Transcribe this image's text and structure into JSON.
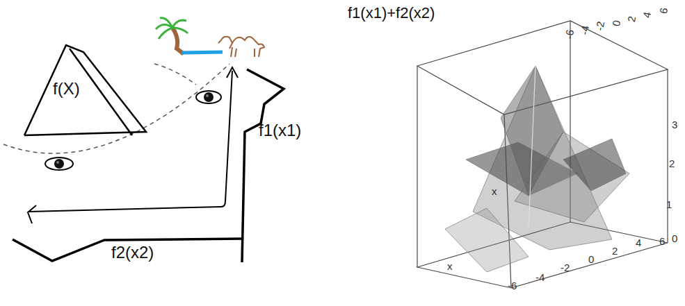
{
  "diagram": {
    "nodes": [
      {
        "text": [
          "f(X)"
        ]
      }
    ],
    "labels": [
      "f1(x1)",
      "f2(x2)",
      "f1(x1)+f2(x2)",
      "-6",
      "-4",
      "-2",
      "0",
      "2",
      "4",
      "6",
      "3",
      "2",
      "1",
      "0",
      "-6",
      "-4",
      "-2",
      "0",
      "2",
      "4",
      "6",
      "x",
      "x"
    ]
  }
}
